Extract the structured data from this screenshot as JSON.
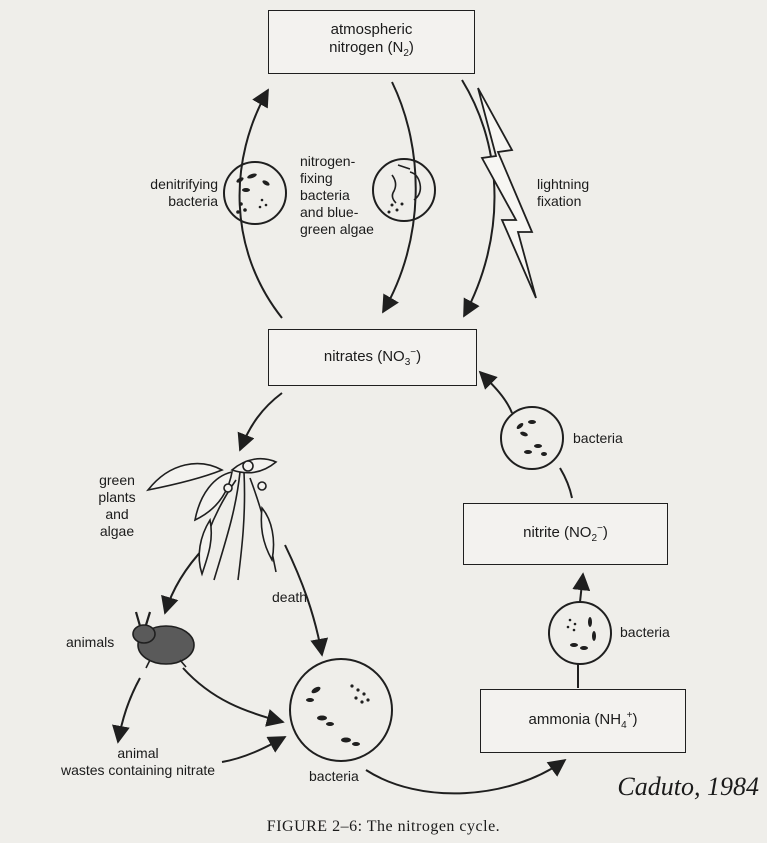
{
  "boxes": {
    "atmospheric_line1": "atmospheric",
    "atmospheric_line2": "nitrogen (N",
    "atmospheric_sub": "2",
    "atmospheric_close": ")",
    "nitrates": "nitrates (NO",
    "nitrates_sub": "3",
    "nitrates_sup": "−",
    "nitrates_close": ")",
    "nitrite": "nitrite (NO",
    "nitrite_sub": "2",
    "nitrite_sup": "−",
    "nitrite_close": ")",
    "ammonia": "ammonia (NH",
    "ammonia_sub": "4",
    "ammonia_sup": "+",
    "ammonia_close": ")"
  },
  "labels": {
    "denitrifying": "denitrifying",
    "bacteria_den": "bacteria",
    "fixing_1": "nitrogen-",
    "fixing_2": "fixing",
    "fixing_3": "bacteria",
    "fixing_4": "and blue-",
    "fixing_5": "green algae",
    "lightning_1": "lightning",
    "lightning_2": "fixation",
    "bacteria_nitrite_to_nitrate": "bacteria",
    "bacteria_ammonia_to_nitrite": "bacteria",
    "plants_1": "green",
    "plants_2": "plants",
    "plants_3": "and",
    "plants_4": "algae",
    "animals": "animals",
    "death": "death",
    "wastes_1": "animal",
    "wastes_2": "wastes containing nitrate",
    "bacteria_decomposer": "bacteria"
  },
  "credit": "Caduto, 1984",
  "caption": "FIGURE 2–6: The nitrogen cycle."
}
